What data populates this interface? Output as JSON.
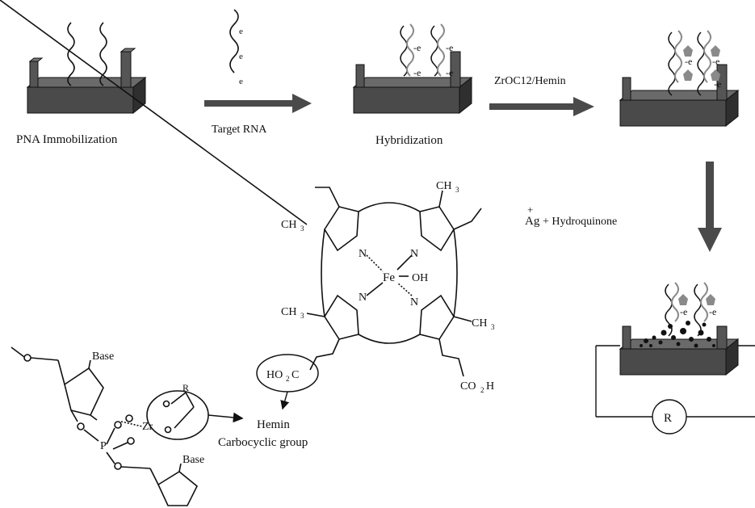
{
  "steps": {
    "immobilization": "PNA Immobilization",
    "target": "Target RNA",
    "hybridization": "Hybridization",
    "reagent": "ZrOC12/Hemin"
  },
  "silver": {
    "ion": "Ag",
    "charge": "+",
    "reagent": " + Hydroquinone"
  },
  "hemin": {
    "ch3": "CH",
    "sub3": "3",
    "n": "N",
    "fe": "Fe",
    "oh": "OH",
    "ho2c_a": "HO",
    "ho2c_sub": "2",
    "ho2c_b": "C",
    "co2h_a": "CO",
    "co2h_sub": "2",
    "co2h_b": "H"
  },
  "backbone": {
    "base": "Base",
    "p": "P",
    "zr": "Zr",
    "r": "R"
  },
  "callout": {
    "line1": "Hemin",
    "line2": "Carbocyclic group"
  },
  "electrode": {
    "label": "e",
    "neg_label": "-e"
  },
  "circuit": {
    "resistor": "R"
  },
  "colors": {
    "electrode_top": "#5a5a5a",
    "electrode_side": "#3a3a3a",
    "pna_strand": "#111111",
    "rna_strand": "#8a8a8a",
    "hemin_blob": "#8a8a8a",
    "arrow": "#4a4a4a"
  }
}
